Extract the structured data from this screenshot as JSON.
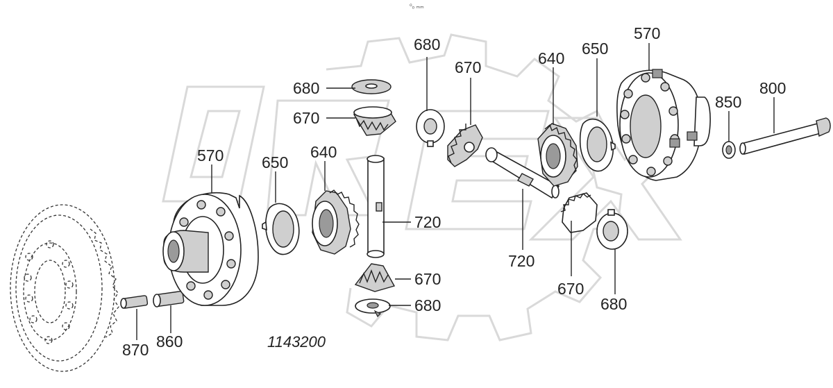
{
  "drawing_number": "1143200",
  "top_mark": "⁰ₒ ₘₘ",
  "watermark": "OREX",
  "callouts": [
    {
      "id": "c680a",
      "text": "680"
    },
    {
      "id": "c670a",
      "text": "670"
    },
    {
      "id": "c680b",
      "text": "680"
    },
    {
      "id": "c670b",
      "text": "670"
    },
    {
      "id": "c640a",
      "text": "640"
    },
    {
      "id": "c650a",
      "text": "650"
    },
    {
      "id": "c570a",
      "text": "570"
    },
    {
      "id": "c850",
      "text": "850"
    },
    {
      "id": "c800",
      "text": "800"
    },
    {
      "id": "c570b",
      "text": "570"
    },
    {
      "id": "c650b",
      "text": "650"
    },
    {
      "id": "c640b",
      "text": "640"
    },
    {
      "id": "c720a",
      "text": "720"
    },
    {
      "id": "c670c",
      "text": "670"
    },
    {
      "id": "c680c",
      "text": "680"
    },
    {
      "id": "c720b",
      "text": "720"
    },
    {
      "id": "c670d",
      "text": "670"
    },
    {
      "id": "c680d",
      "text": "680"
    },
    {
      "id": "c870",
      "text": "870"
    },
    {
      "id": "c860",
      "text": "860"
    }
  ]
}
